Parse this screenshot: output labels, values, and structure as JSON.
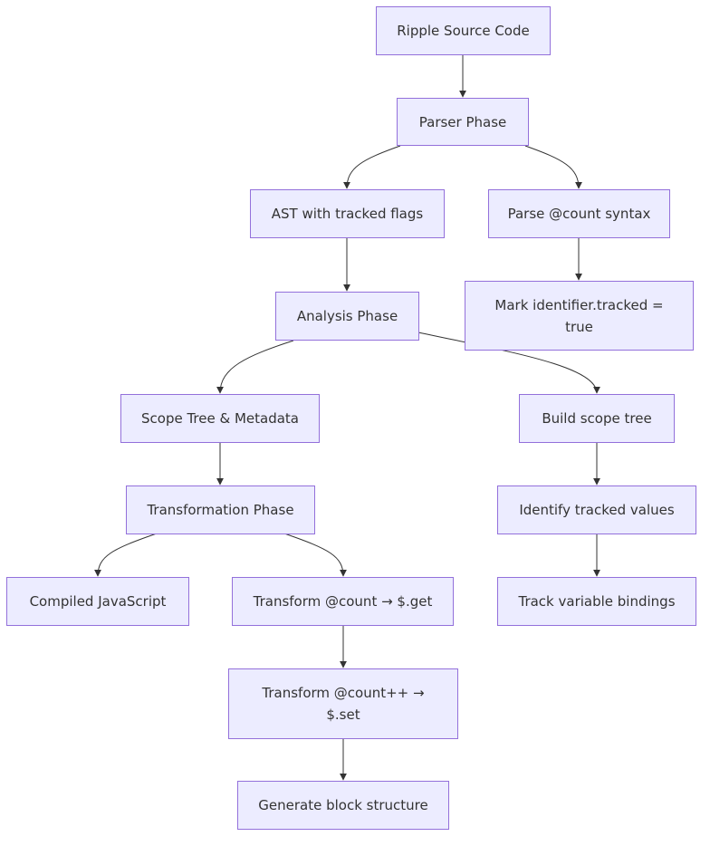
{
  "diagram": {
    "colors": {
      "node_fill": "#ECECFF",
      "node_border": "#9370DB",
      "text": "#333333",
      "edge": "#333333"
    },
    "nodes": {
      "source": {
        "label": "Ripple Source Code"
      },
      "parser": {
        "label": "Parser Phase"
      },
      "ast": {
        "label": "AST with tracked flags"
      },
      "parse_count": {
        "label": "Parse @count syntax"
      },
      "analysis": {
        "label": "Analysis Phase"
      },
      "mark_tracked": {
        "label": "Mark identifier.tracked = true"
      },
      "scope_meta": {
        "label": "Scope Tree & Metadata"
      },
      "build_scope": {
        "label": "Build scope tree"
      },
      "transform_phase": {
        "label": "Transformation Phase"
      },
      "identify_tracked": {
        "label": "Identify tracked values"
      },
      "compiled_js": {
        "label": "Compiled JavaScript"
      },
      "transform_get": {
        "label": "Transform @count → $.get"
      },
      "track_bindings": {
        "label": "Track variable bindings"
      },
      "transform_set": {
        "label": "Transform @count++ → $.set"
      },
      "gen_block": {
        "label": "Generate block structure"
      }
    },
    "edges": [
      {
        "from": "source",
        "to": "parser"
      },
      {
        "from": "parser",
        "to": "ast"
      },
      {
        "from": "parser",
        "to": "parse_count"
      },
      {
        "from": "ast",
        "to": "analysis"
      },
      {
        "from": "parse_count",
        "to": "mark_tracked"
      },
      {
        "from": "analysis",
        "to": "scope_meta"
      },
      {
        "from": "analysis",
        "to": "build_scope"
      },
      {
        "from": "scope_meta",
        "to": "transform_phase"
      },
      {
        "from": "build_scope",
        "to": "identify_tracked"
      },
      {
        "from": "transform_phase",
        "to": "compiled_js"
      },
      {
        "from": "transform_phase",
        "to": "transform_get"
      },
      {
        "from": "identify_tracked",
        "to": "track_bindings"
      },
      {
        "from": "transform_get",
        "to": "transform_set"
      },
      {
        "from": "transform_set",
        "to": "gen_block"
      }
    ]
  }
}
